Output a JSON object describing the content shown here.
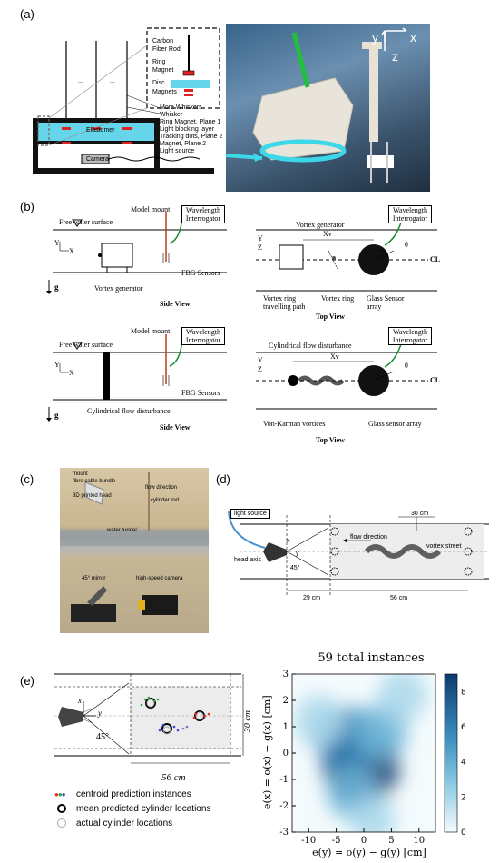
{
  "panels": {
    "a": "(a)",
    "b": "(b)",
    "c": "(c)",
    "d": "(d)",
    "e": "(e)"
  },
  "a": {
    "inset": [
      "Carbon",
      "Fiber Rod",
      "Ring",
      "Magnet",
      "Disc",
      "Magnets"
    ],
    "labels": [
      "More Whiskers",
      "Whisker",
      "Ring Magnet, Plane 1",
      "Light blocking layer",
      "Tracking dots, Plane 2",
      "Magnet, Plane 2",
      "Light source"
    ],
    "elastomer": "Elastomer",
    "camera": "Camera",
    "dots": "...",
    "axes": {
      "y": "y",
      "x": "x",
      "z": "z"
    }
  },
  "b": {
    "free_surface": "Free water surface",
    "model_mount": "Model mount",
    "wavelength": "Wavelength Interrogator",
    "fbg": "FBG Sensors",
    "vortex_gen": "Vortex generator",
    "g": "g",
    "side_view": "Side View",
    "top_view": "Top View",
    "vortex_path": "Vortex ring travelling path",
    "vortex_ring": "Vortex ring",
    "glass_array": "Glass Sensor array",
    "glass_array2": "Glass sensor array",
    "cyl_dist": "Cylindrical flow disturbance",
    "von_karman": "Von-Karman vortices",
    "xv": "Xv",
    "theta": "θ",
    "cl": "CL",
    "Y": "Y",
    "X": "X",
    "Z": "Z"
  },
  "c": {
    "mount": "mount",
    "fibre": "fibre cable bundle",
    "head": "3D printed head",
    "flow": "flow direction",
    "cyl_rod": "cylinder rod",
    "tunnel": "water tunnel",
    "mirror": "45° mirror",
    "camera": "high-speed camera"
  },
  "d": {
    "light": "light source",
    "head_axis": "head axis",
    "flow": "flow direction",
    "street": "vortex street",
    "d30": "30 cm",
    "d29": "29 cm",
    "d56": "56 cm",
    "angle": "45°",
    "x": "x",
    "y": "y"
  },
  "e": {
    "d30": "30 cm",
    "d56": "56 cm",
    "angle": "45°",
    "x": "x",
    "y": "y",
    "legend": [
      "centroid prediction instances",
      "mean predicted cylinder locations",
      "actual cylinder locations"
    ],
    "colors": {
      "red": "#e0302a",
      "green": "#2aa835",
      "blue": "#3a4ad8",
      "purple": "#9a60d0"
    }
  },
  "chart_data": {
    "type": "heatmap",
    "title": "59 total instances",
    "xlabel": "e(y) = o(y) − g(y) [cm]",
    "ylabel": "e(x) = o(x) − g(x) [cm]",
    "xlim": [
      -13,
      13
    ],
    "ylim": [
      -3,
      3
    ],
    "xticks": [
      "-10",
      "-5",
      "0",
      "5",
      "10"
    ],
    "yticks": [
      "3",
      "2",
      "1",
      "0",
      "-1",
      "-2",
      "-3"
    ],
    "colorbar": {
      "min": 0,
      "max": 9,
      "ticks": [
        "8",
        "6",
        "4",
        "2",
        "0"
      ]
    },
    "blobs": [
      {
        "x": -0.5,
        "y": -0.5,
        "w": 1.0
      },
      {
        "x": -3,
        "y": 0.5,
        "w": 0.7
      },
      {
        "x": 3,
        "y": 0.8,
        "w": 0.45
      },
      {
        "x": -8,
        "y": 1.2,
        "w": 0.35
      },
      {
        "x": -2,
        "y": -1.5,
        "w": 0.4
      },
      {
        "x": 1.5,
        "y": -2.5,
        "w": 0.25
      },
      {
        "x": 7,
        "y": 2.2,
        "w": 0.3
      }
    ]
  }
}
